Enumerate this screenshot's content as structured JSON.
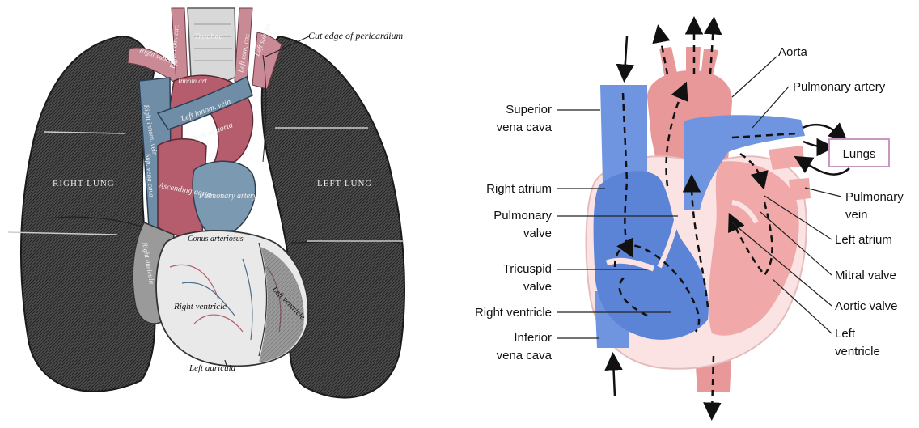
{
  "colors": {
    "blue": "#5b83d6",
    "blue_light": "#8aa9e6",
    "red": "#e89898",
    "red_light": "#f4c3c3",
    "lung_dark": "#3c3c3c",
    "lungs_box_border": "#c898c0"
  },
  "anatomy": {
    "labels": {
      "cut_edge": "Cut edge of pericardium",
      "trachea": "Trachea",
      "right_subclav": "Right subclav.",
      "right_com_car": "Right com. car.",
      "left_com_car": "Left com. car.",
      "left_subclav": "Left subclav.",
      "innom_art": "Innom art",
      "right_innom_vein": "Right innom. vein",
      "left_innom_vein": "Left innom. vein",
      "arch_of_aorta": "Arch of aorta",
      "sup_vena_cava": "Sup. vena cava",
      "ascending_aorta": "Ascending aorta",
      "pulmonary_artery": "Pulmonary artery",
      "right_lung": "RIGHT LUNG",
      "left_lung": "LEFT LUNG",
      "conus_arteriosus": "Conus arteriosus",
      "right_auricula": "Right auricula",
      "right_ventricle": "Right ventricle",
      "left_ventricle": "Left ventricle",
      "left_auricula": "Left auricula"
    }
  },
  "diagram": {
    "labels": {
      "aorta": "Aorta",
      "pulmonary_artery": "Pulmonary artery",
      "superior_vena_cava_1": "Superior",
      "superior_vena_cava_2": "vena cava",
      "lungs": "Lungs",
      "right_atrium": "Right atrium",
      "pulmonary_vein_1": "Pulmonary",
      "pulmonary_vein_2": "vein",
      "pulmonary_valve_1": "Pulmonary",
      "pulmonary_valve_2": "valve",
      "left_atrium": "Left atrium",
      "tricuspid_valve_1": "Tricuspid",
      "tricuspid_valve_2": "valve",
      "mitral_valve": "Mitral valve",
      "right_ventricle": "Right ventricle",
      "aortic_valve": "Aortic valve",
      "inferior_vena_cava_1": "Inferior",
      "inferior_vena_cava_2": "vena cava",
      "left_ventricle_1": "Left",
      "left_ventricle_2": "ventricle"
    }
  }
}
